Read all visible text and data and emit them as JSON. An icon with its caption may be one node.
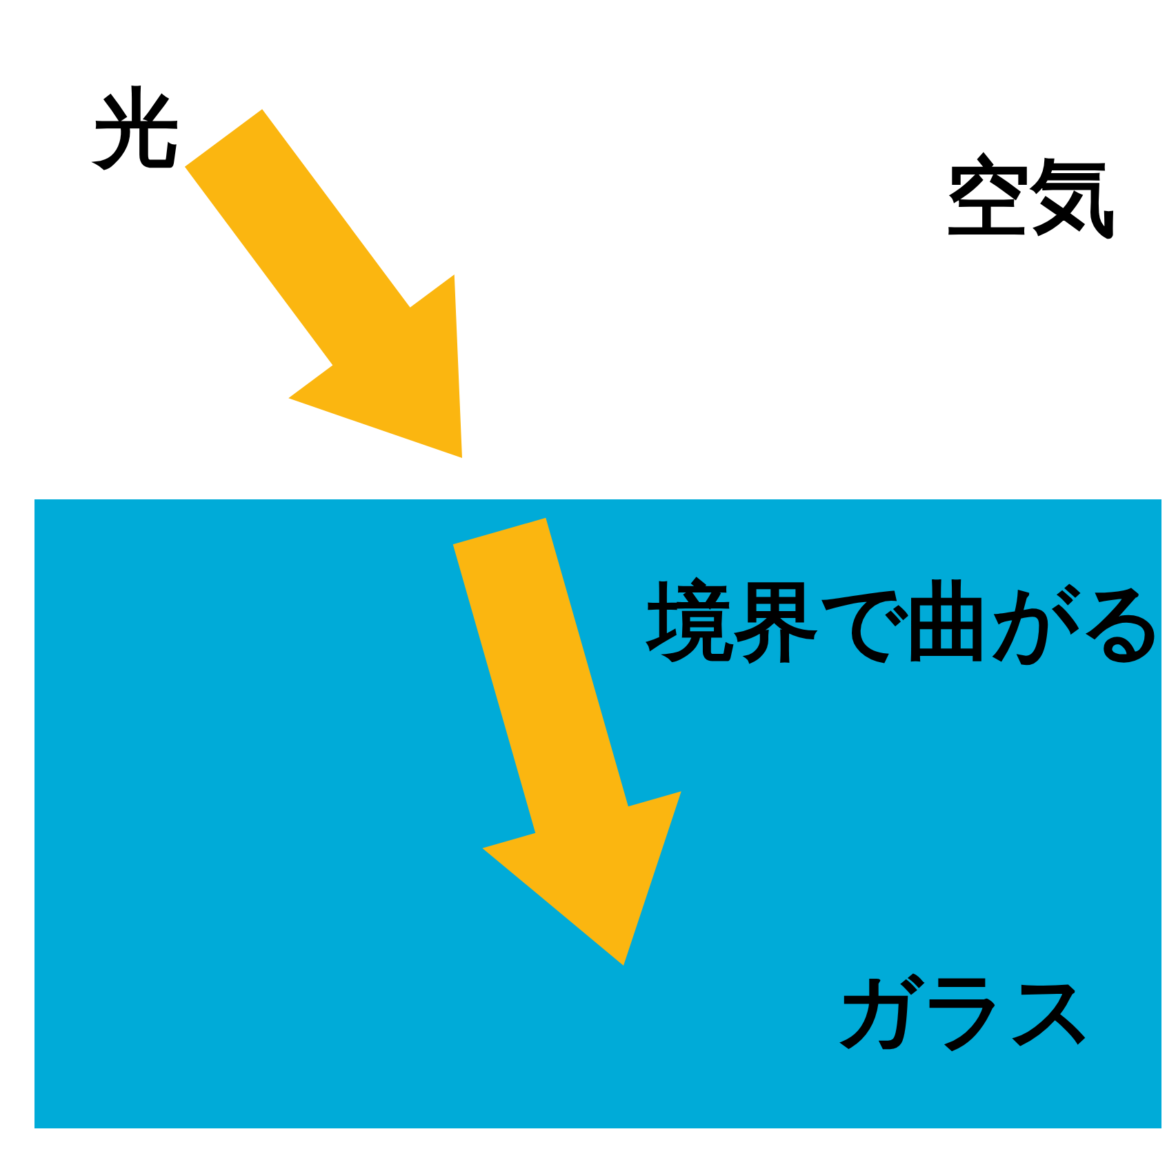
{
  "diagram": {
    "nodes": [
      {
        "text": [
          "境界で曲がる",
          "ガラス"
        ]
      }
    ],
    "labels": [
      "光",
      "空気"
    ]
  }
}
